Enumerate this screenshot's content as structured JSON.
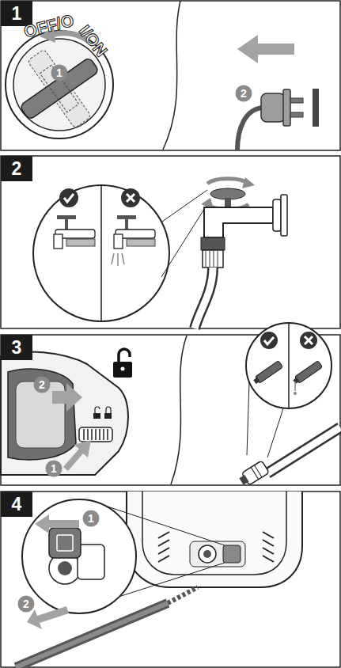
{
  "diagram": {
    "nodes": [
      {
        "text": [
          "1"
        ]
      },
      {
        "text": [
          "1"
        ]
      },
      {
        "text": [
          "2"
        ]
      },
      {
        "text": [
          "2"
        ]
      },
      {
        "text": [
          "3"
        ]
      },
      {
        "text": [
          "1"
        ]
      },
      {
        "text": [
          "2"
        ]
      },
      {
        "text": [
          "4"
        ]
      },
      {
        "text": [
          "1"
        ]
      },
      {
        "text": [
          "2"
        ]
      }
    ],
    "labels": [
      "OFF/O",
      "I/ON"
    ]
  }
}
